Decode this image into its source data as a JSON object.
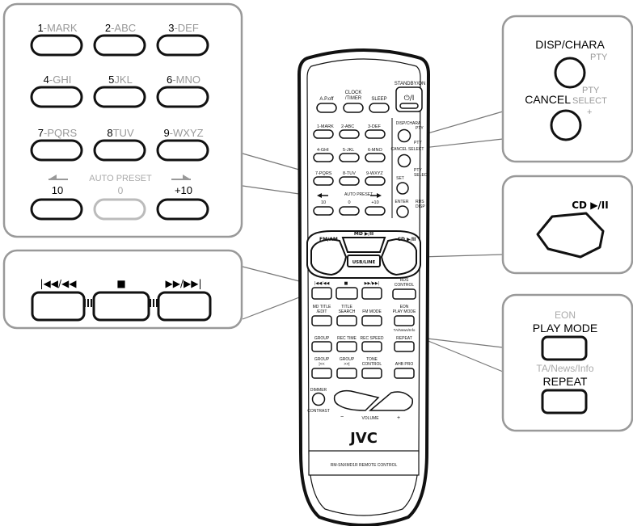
{
  "keypad_panel": {
    "k1": {
      "num": "1",
      "sub": "-MARK"
    },
    "k2": {
      "num": "2",
      "sub": "-ABC"
    },
    "k3": {
      "num": "3",
      "sub": "-DEF"
    },
    "k4": {
      "num": "4",
      "sub": "-GHI"
    },
    "k5": {
      "num": "5",
      "sub": "JKL"
    },
    "k6": {
      "num": "6",
      "sub": "-MNO"
    },
    "k7": {
      "num": "7",
      "sub": "-PQRS"
    },
    "k8": {
      "num": "8",
      "sub": "TUV"
    },
    "k9": {
      "num": "9",
      "sub": "-WXYZ"
    },
    "k10": "10",
    "auto_preset": "AUTO PRESET",
    "k0": "0",
    "k_plus10": "+10"
  },
  "transport_panel": {
    "prev": "|◀◀/◀◀",
    "stop": "■",
    "next": "▶▶/▶▶|"
  },
  "disp_panel": {
    "disp_chara": "DISP/CHARA",
    "pty_top": "PTY",
    "pty_mid": "PTY",
    "cancel": "CANCEL",
    "select": "SELECT",
    "plus": "+"
  },
  "cd_panel": {
    "cd_label": "CD ▶/II"
  },
  "play_panel": {
    "eon": "EON",
    "play_mode": "PLAY MODE",
    "ta_news": "TA/News/Info",
    "repeat": "REPEAT"
  },
  "remote": {
    "standby": "STANDBY/ON",
    "power": "⏻/I",
    "a_poff": "A.P.off",
    "clock1": "CLOCK",
    "clock2": "/TIMER",
    "sleep": "SLEEP",
    "disp": "DISP/CHARA",
    "pty1": "PTY",
    "pty2": "PTY",
    "cancel_select": "CANCEL SELECT",
    "pty3": "PTY",
    "select2": "SELECT",
    "set": "SET",
    "enter": "ENTER",
    "rds": "RDS",
    "disp2": "DISP",
    "k1": "1-MARK",
    "k2": "2-ABC",
    "k3": "3-DEF",
    "k4": "4-GHI",
    "k5": "5-JKL",
    "k6": "6-MNO",
    "k7": "7-PQRS",
    "k8": "8-TUV",
    "k9": "9-WXYZ",
    "k10": "10",
    "auto_preset": "AUTO PRESET",
    "k0": "0",
    "kp10": "+10",
    "fm_am": "FM/AM",
    "md": "MD ▶/II",
    "cd": "CD ▶/II",
    "usb_line": "USB/LINE",
    "rds_control1": "RDS",
    "rds_control2": "CONTROL",
    "md_title1": "MD TITLE",
    "md_title2": "/EDIT",
    "title_search1": "TITLE",
    "title_search2": "SEARCH",
    "fm_mode": "FM MODE",
    "eon": "EON",
    "play_mode": "PLAY MODE",
    "ta_news": "TA/News/Info",
    "group": "GROUP",
    "rec_time": "REC TIME",
    "rec_speed": "REC SPEED",
    "repeat": "REPEAT",
    "group_prev1": "GROUP",
    "group_prev2": "|<<",
    "group_next1": "GROUP",
    "group_next2": ">>|",
    "tone1": "TONE",
    "tone2": "CONTROL",
    "ahb": "AHB PRO",
    "dimmer": "DIMMER",
    "contrast": "CONTRAST",
    "minus": "−",
    "volume": "VOLUME",
    "plus": "+",
    "brand": "JVC",
    "model": "RM-SNXMD1R REMOTE CONTROL"
  }
}
